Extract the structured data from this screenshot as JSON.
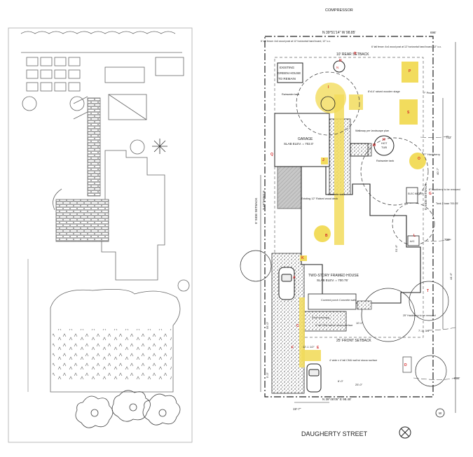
{
  "colors": {
    "highlight": "#f2dc5d",
    "highlight_dark": "#d9b800",
    "grey_hatch": "#b9b9b9",
    "red": "#d42a2a",
    "ink": "#222222",
    "sketch": "#555555"
  },
  "labels": {
    "compressor": "COMPRESSOR",
    "north_bearing": "N 39°51'14\" W  98.85'",
    "south_bearing": "N 39°46'05\" E  98.48'",
    "rear_setback": "10' REAR SETBACK",
    "front_setback": "25' FRONT SETBACK",
    "side_setback_left": "5' SIDE SETBACK",
    "side_setback_right": "5' SIDE SETBACK",
    "east_bearing": "S 49°50'50\" E",
    "greenhouse_line1": "EXISTING",
    "greenhouse_line2": "GREEN HOUSE",
    "greenhouse_line3": "TO REMAIN",
    "garage_line1": "GARAGE",
    "garage_line2": "SLAB ELEV. = 702.0'",
    "house_line1": "TWO-STORY FRAMED HOUSE",
    "house_line2": "SLAB ELEV. = 700.75'",
    "fence_left": "6' tall fence: 4x4 wood post at 12' horizontal hand board, 12\" o.c.",
    "fence_right": "6' tall fence: 4x4 wood post at 12' horizontal hand board, 12\" o.c.",
    "raised_deck": "8'x14' raised wooden stage",
    "rainwater_tank_left": "Rainwater tank",
    "rainwater_tank_right": "Rainwater tank",
    "walkway": "Walkway per landscape plan",
    "hot_tub_line1": "HOT",
    "hot_tub_line2": "TUB",
    "raised_deck_s": "Existing 12\" Raised wood deck",
    "concrete_walk": "Concrete walk",
    "covered_porch": "Covered porch Concrete walk",
    "roof_overhang": "Roof overhang",
    "cmu_wall": "6' tall CMU wall w/ stucco surface",
    "cmu_wall_2": "4' wide x 4' tall CMU wall w/ stucco surface",
    "pecan": "7\" Pecan",
    "hackberry": "7\" Hackberry",
    "hackberry_remove": "8\" Hackberry to be removed",
    "tank_size": "Tank 2 base 700.25'",
    "tree_remove": "25\" Hackberry to be removed",
    "elec_meter": "ELEC METER",
    "ac": "A/C",
    "street": "DAUGHERTY STREET",
    "dim_bottom": "19'-7\"",
    "dim_porch": "10'-0\"",
    "dim_drive": "12'-1 1/2\"",
    "dim_offset": "7'-11 3/4\"",
    "dim_left_1": "55'-0\"",
    "dim_left_2": "5'-0\"",
    "dim_right_1": "51'-6\"",
    "dim_right_2": "44'-6\"",
    "dim_right_3": "40'-7\"",
    "dim_front": "25'-0\"",
    "dim_drive_w": "6'-0\"",
    "elev_rear": "702'",
    "elev_mid": "700'",
    "elev_front": "698'",
    "elev_street": "696'"
  },
  "markers": [
    "A",
    "B",
    "C",
    "D",
    "E",
    "F",
    "G",
    "H",
    "I",
    "J",
    "K",
    "L",
    "M",
    "N",
    "O",
    "P",
    "Q",
    "R",
    "S",
    "T"
  ],
  "north_marker": "N",
  "west_marker": "W"
}
